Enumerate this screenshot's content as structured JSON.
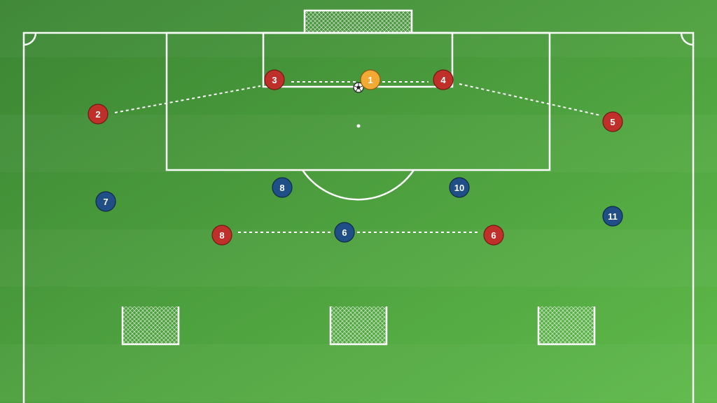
{
  "colors": {
    "grass_dark": "#3e8a34",
    "grass_light": "#5cb547",
    "lines": "#ffffff",
    "team_red": "#c0302b",
    "team_blue": "#1f4f86",
    "goalkeeper": "#f2aa34"
  },
  "players": [
    {
      "team": "goalkeeper",
      "label": "1"
    },
    {
      "team": "red",
      "label": "2"
    },
    {
      "team": "red",
      "label": "3"
    },
    {
      "team": "red",
      "label": "4"
    },
    {
      "team": "red",
      "label": "5"
    },
    {
      "team": "red",
      "label": "8"
    },
    {
      "team": "red",
      "label": "6"
    },
    {
      "team": "blue",
      "label": "7"
    },
    {
      "team": "blue",
      "label": "8"
    },
    {
      "team": "blue",
      "label": "10"
    },
    {
      "team": "blue",
      "label": "6"
    },
    {
      "team": "blue",
      "label": "11"
    }
  ],
  "ball": {
    "icon": "soccer-ball-icon"
  },
  "mini_goals": 3
}
